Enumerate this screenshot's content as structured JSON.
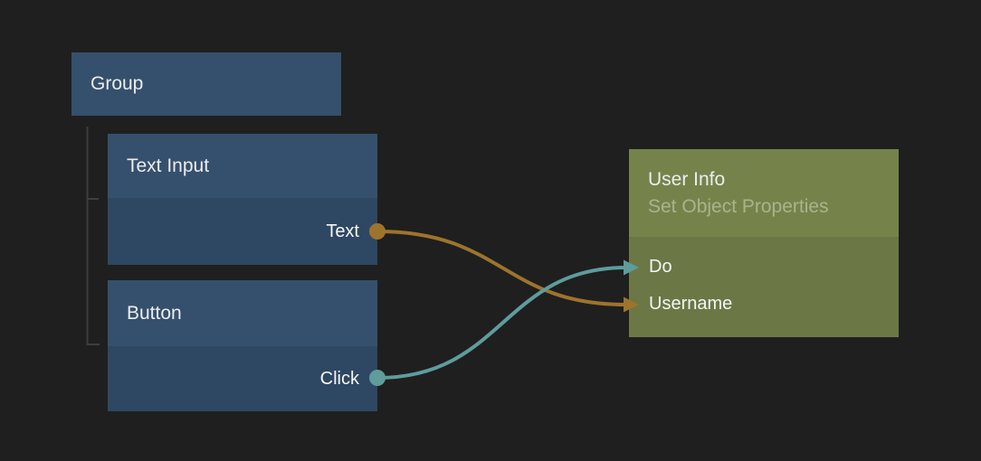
{
  "palette": {
    "background": "#1f1f1f",
    "node_blue_header": "#35506d",
    "node_blue_body": "#2e4762",
    "node_green_header": "#75834b",
    "node_green_body": "#6b7845",
    "wire_orange": "#9d742c",
    "wire_teal": "#5f9c9c",
    "tree_line": "#3e3e3e",
    "title_text": "#ededed",
    "subtitle_text": "#a9b48d",
    "port_text": "#f5f5f5"
  },
  "nodes": {
    "group": {
      "title": "Group"
    },
    "text_input": {
      "title": "Text Input",
      "outputs": [
        {
          "label": "Text",
          "color": "#9d742c"
        }
      ]
    },
    "button": {
      "title": "Button",
      "outputs": [
        {
          "label": "Click",
          "color": "#5f9c9c"
        }
      ]
    },
    "user_info": {
      "title": "User Info",
      "subtitle": "Set Object Properties",
      "inputs": [
        {
          "label": "Do",
          "color": "#5f9c9c"
        },
        {
          "label": "Username",
          "color": "#9d742c"
        }
      ]
    }
  },
  "connections": [
    {
      "from": "Text Input.Text",
      "to": "User Info.Username",
      "color": "#9d742c"
    },
    {
      "from": "Button.Click",
      "to": "User Info.Do",
      "color": "#5f9c9c"
    }
  ]
}
